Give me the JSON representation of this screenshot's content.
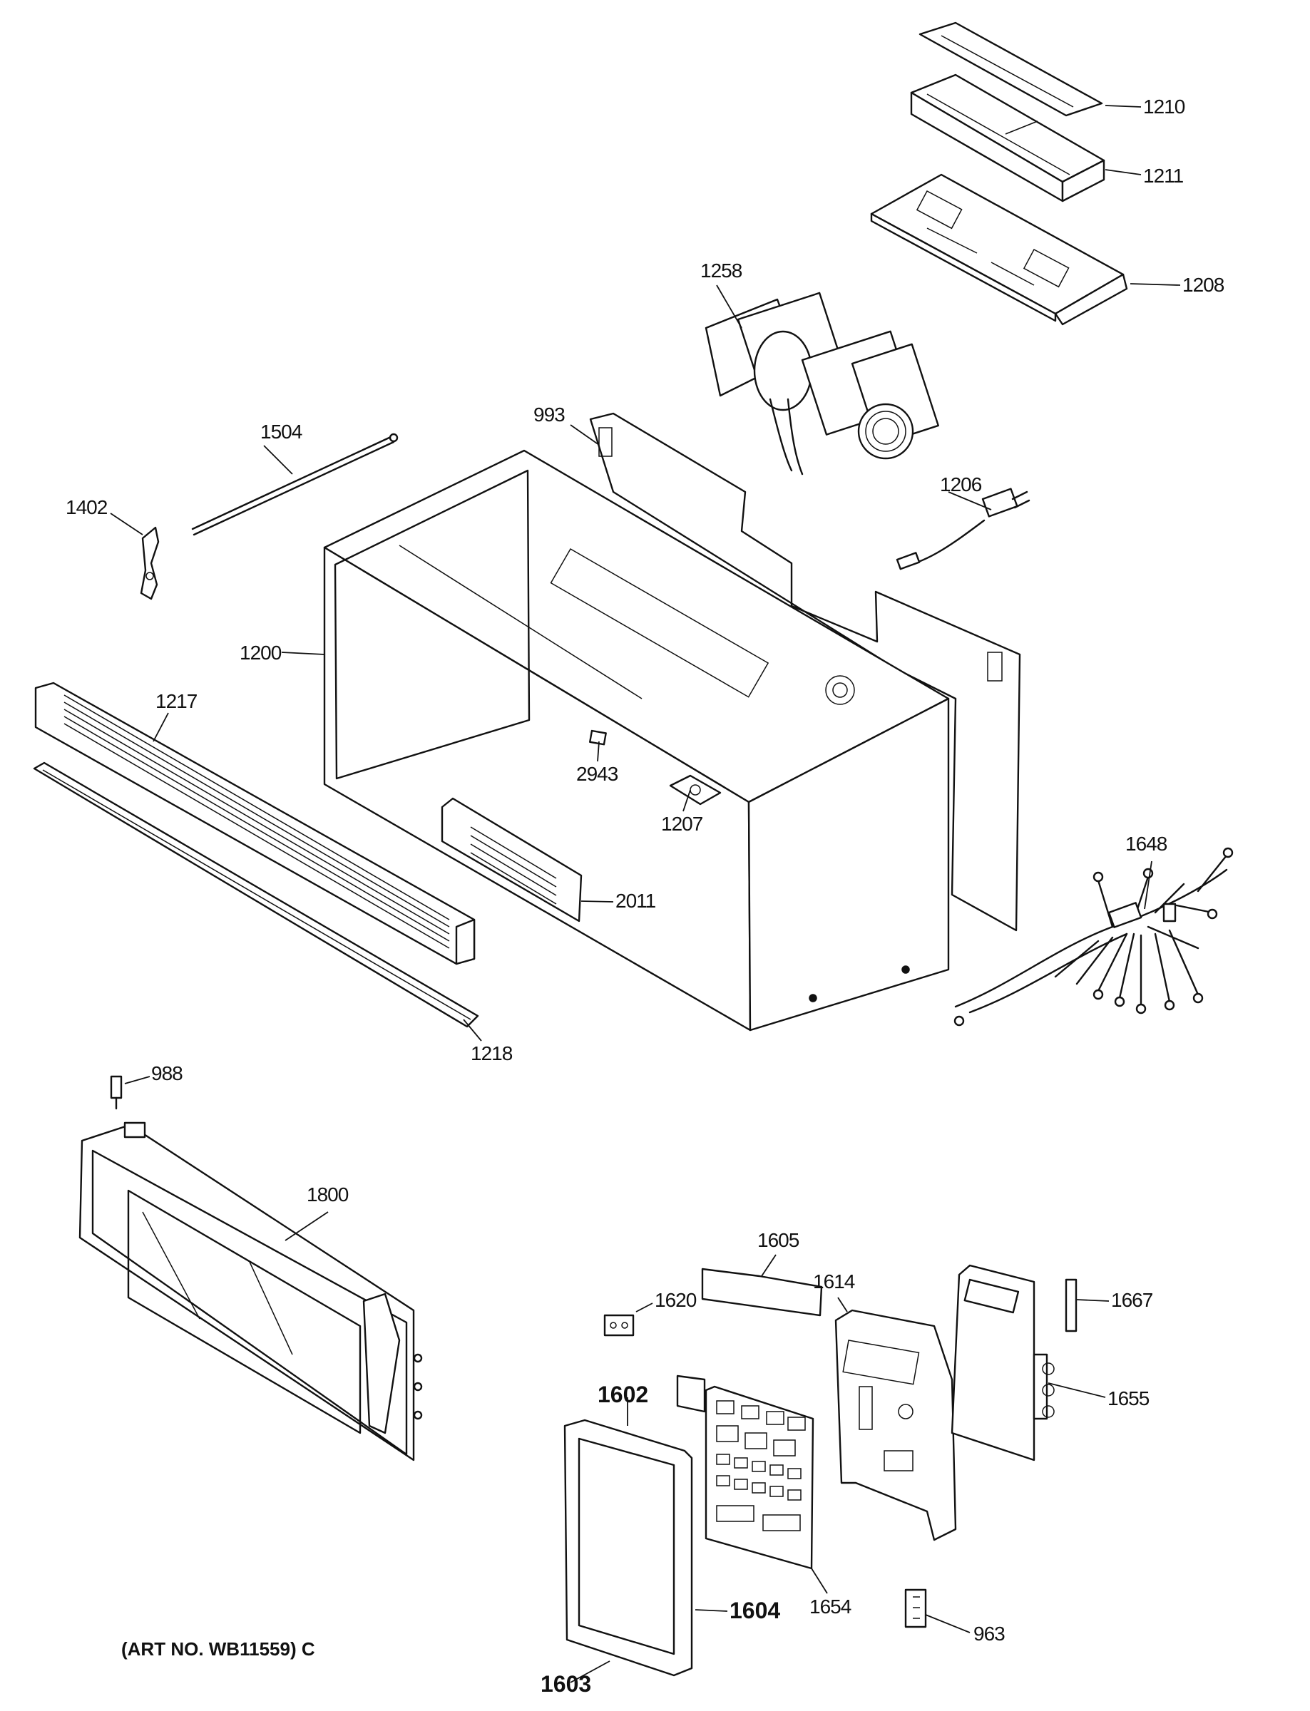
{
  "diagram": {
    "labels": {
      "p1210": "1210",
      "p1211": "1211",
      "p1208": "1208",
      "p1258": "1258",
      "p993": "993",
      "p1504": "1504",
      "p1402": "1402",
      "p1206": "1206",
      "p1200": "1200",
      "p1217": "1217",
      "p2943": "2943",
      "p1207": "1207",
      "p2011": "2011",
      "p1648": "1648",
      "p1218": "1218",
      "p988": "988",
      "p1800": "1800",
      "p1614": "1614",
      "p1620": "1620",
      "p1667": "1667",
      "p1605": "1605",
      "p1655": "1655",
      "p1602": "1602",
      "p1604": "1604",
      "p1654": "1654",
      "p963": "963",
      "p1603": "1603"
    },
    "art_number": "(ART NO. WB11559) C"
  }
}
